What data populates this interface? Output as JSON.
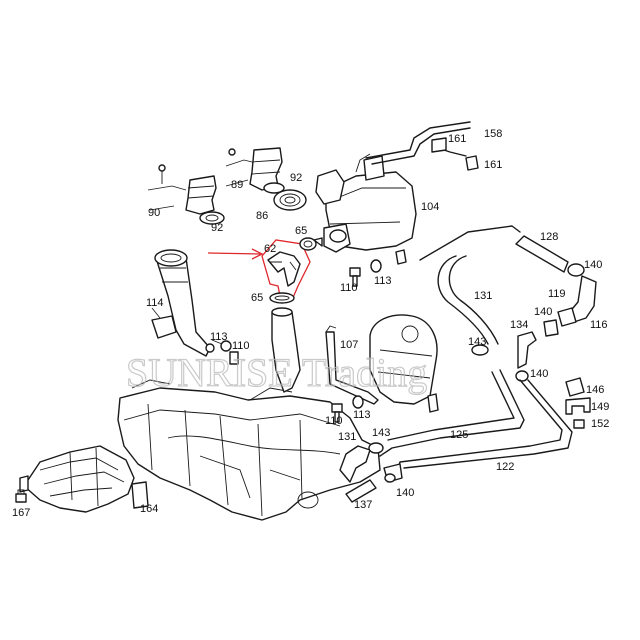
{
  "watermark": "SUNRISE Trading",
  "colors": {
    "highlight": "#e0262b",
    "line": "#1a1a1a",
    "watermark": "#b9b9b9"
  },
  "callouts": {
    "c62": "62",
    "c65a": "65",
    "c65b": "65",
    "c86": "86",
    "c89": "89",
    "c90": "90",
    "c92a": "92",
    "c92b": "92",
    "c104": "104",
    "c107": "107",
    "c110a": "110",
    "c110b": "110",
    "c110c": "110",
    "c113a": "113",
    "c113b": "113",
    "c113c": "113",
    "c114": "114",
    "c116": "116",
    "c119": "119",
    "c122": "122",
    "c125": "125",
    "c128": "128",
    "c131a": "131",
    "c131b": "131",
    "c134": "134",
    "c137": "137",
    "c140a": "140",
    "c140b": "140",
    "c140c": "140",
    "c140d": "140",
    "c143a": "143",
    "c143b": "143",
    "c146": "146",
    "c149": "149",
    "c152": "152",
    "c158": "158",
    "c161a": "161",
    "c161b": "161",
    "c164": "164",
    "c167": "167"
  }
}
